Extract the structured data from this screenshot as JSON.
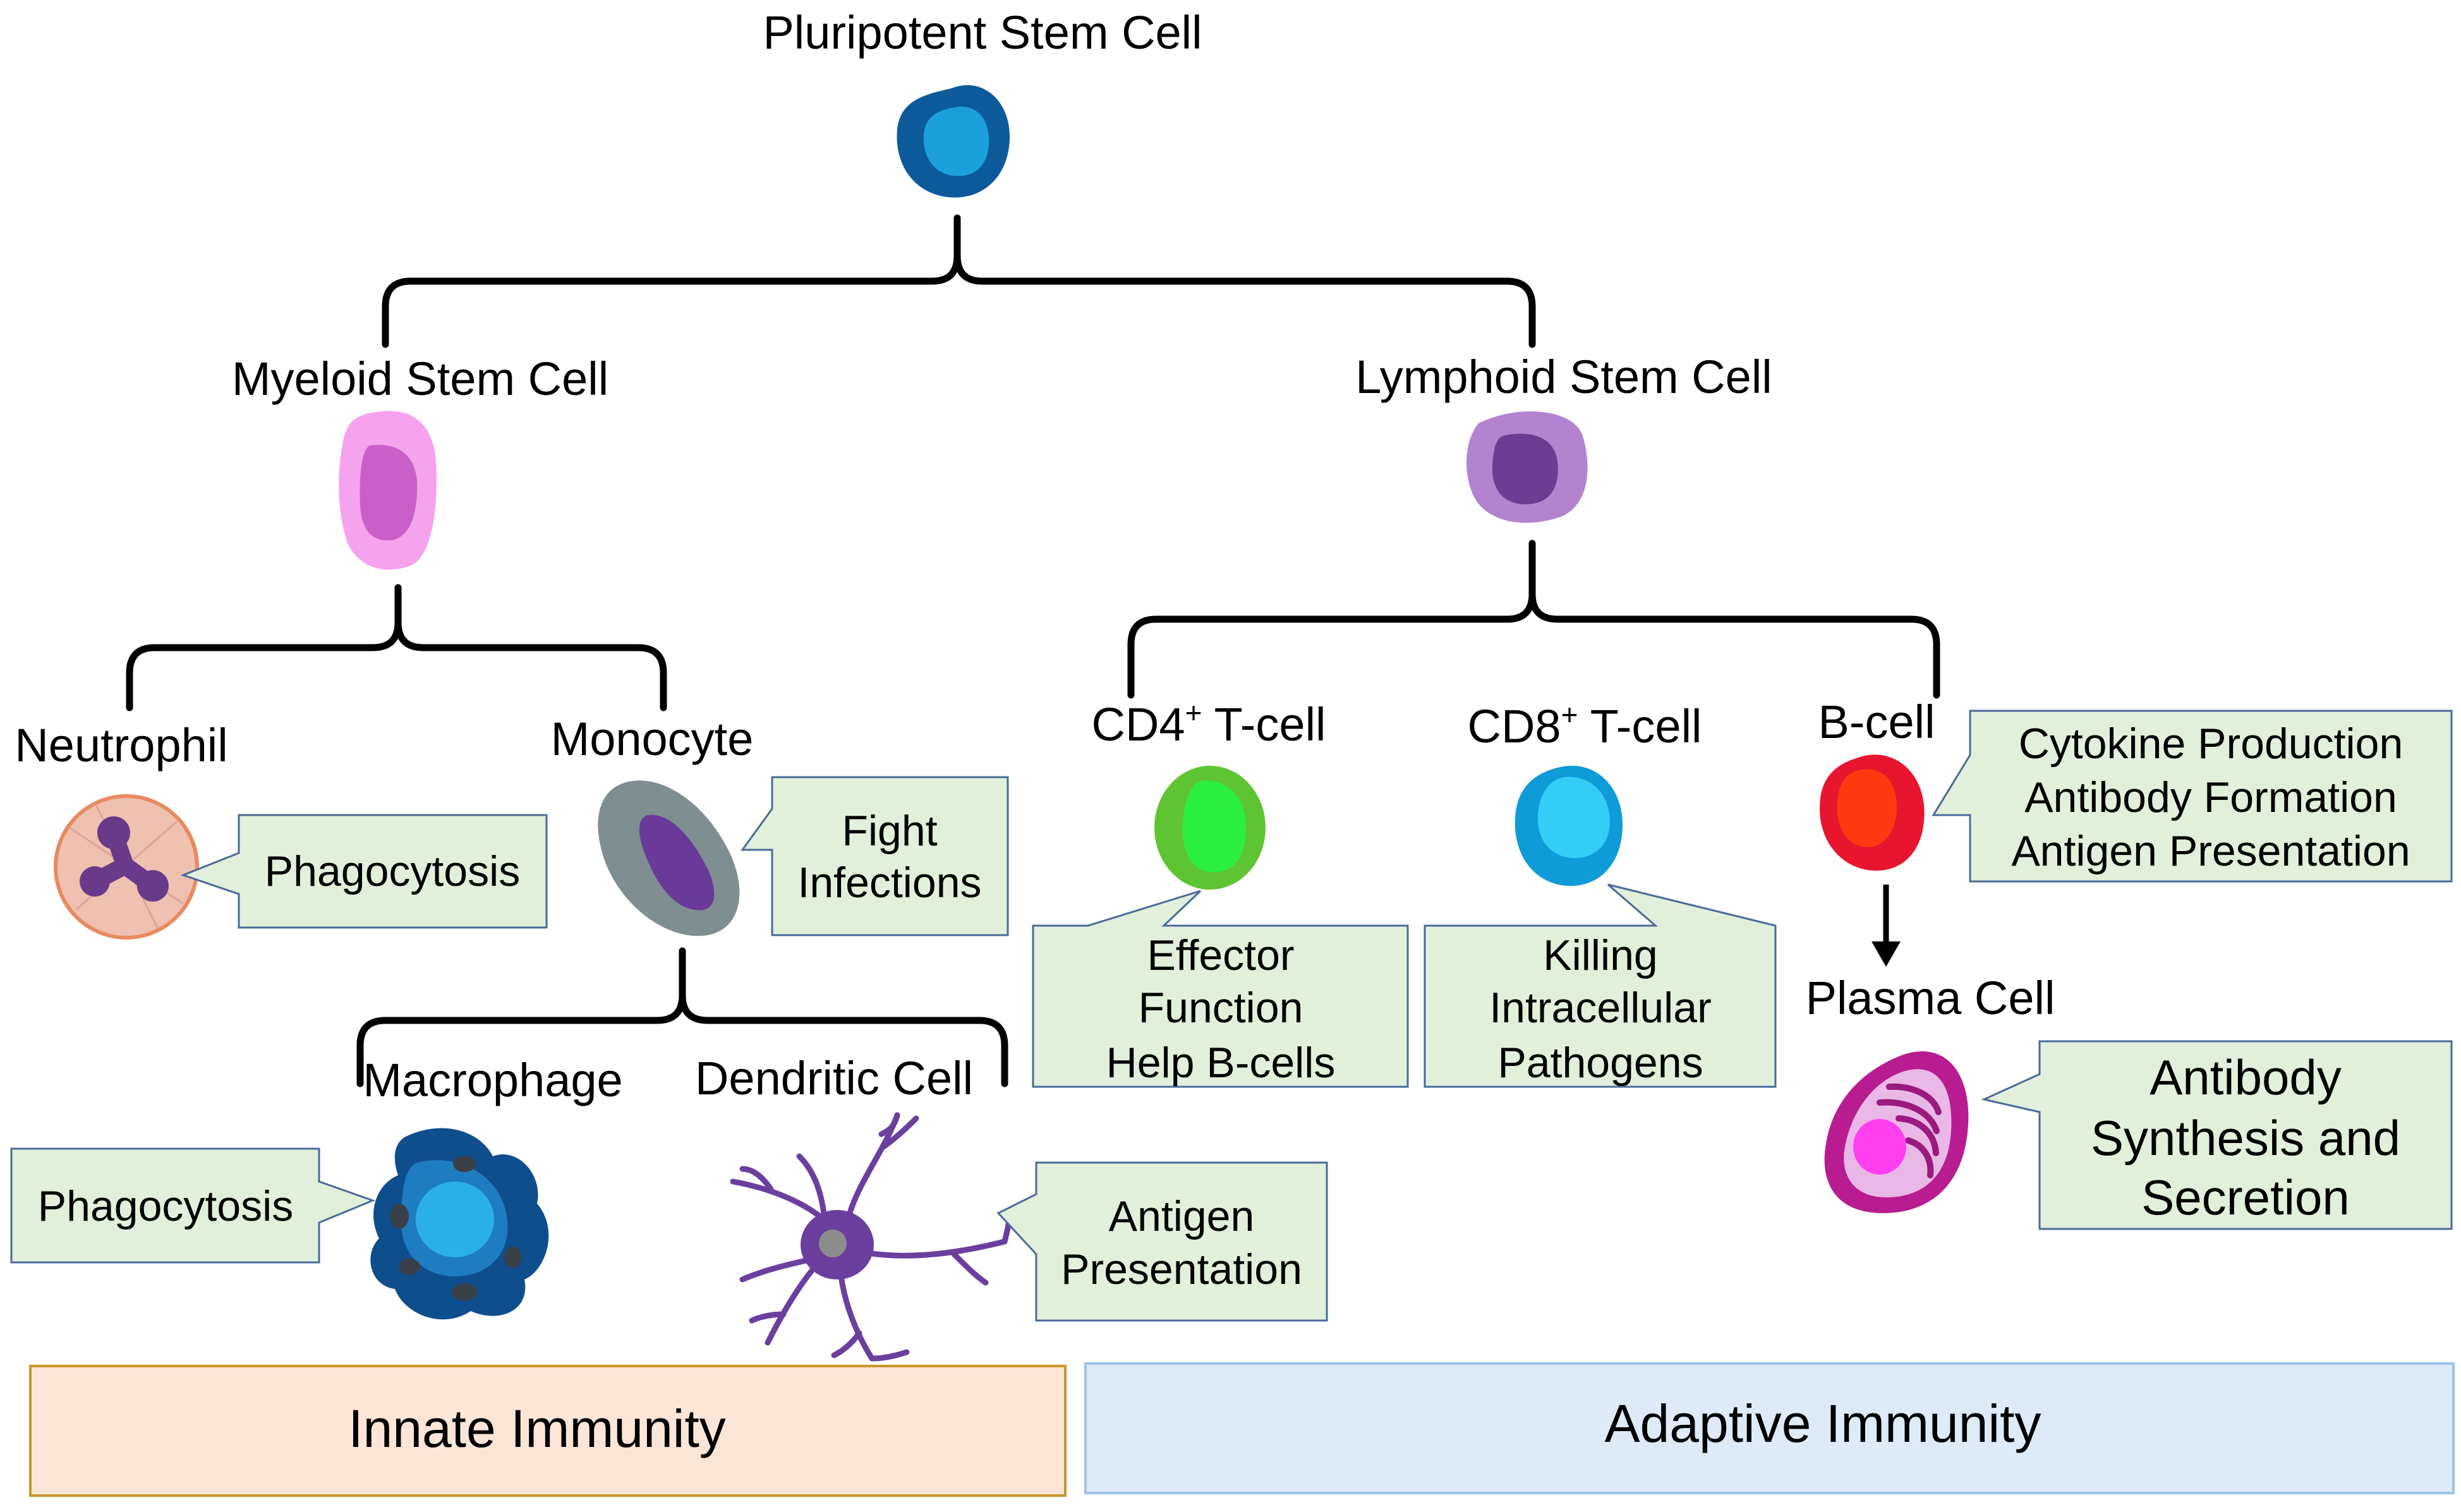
{
  "nodes": {
    "pluripotent": "Pluripotent Stem Cell",
    "myeloid": "Myeloid Stem Cell",
    "lymphoid": "Lymphoid Stem Cell",
    "neutrophil": "Neutrophil",
    "monocyte": "Monocyte",
    "cd4_main": "CD4",
    "cd4_sup": "+",
    "cd4_rest": " T-cell",
    "cd8_main": "CD8",
    "cd8_sup": "+",
    "cd8_rest": " T-cell",
    "bcell": "B-cell",
    "plasma": "Plasma Cell",
    "macrophage": "Macrophage",
    "dendritic": "Dendritic Cell"
  },
  "callouts": {
    "neutrophil": [
      "Phagocytosis"
    ],
    "monocyte": [
      "Fight",
      "Infections"
    ],
    "cd4": [
      "Effector",
      "Function",
      "Help B-cells"
    ],
    "cd8": [
      "Killing",
      "Intracellular",
      "Pathogens"
    ],
    "bcell": [
      "Cytokine Production",
      "Antibody Formation",
      "Antigen Presentation"
    ],
    "plasma": [
      "Antibody",
      "Synthesis and",
      "Secretion"
    ],
    "macrophage": [
      "Phagocytosis"
    ],
    "dendritic": [
      "Antigen",
      "Presentation"
    ]
  },
  "bars": {
    "innate": "Innate Immunity",
    "adaptive": "Adaptive Immunity"
  },
  "colors": {
    "callout_fill": "#e2efda",
    "callout_stroke": "#4a6a9a",
    "innate_fill": "#fbe5d6",
    "innate_stroke": "#c8962a",
    "adaptive_fill": "#deebf7",
    "adaptive_stroke": "#9dc3e6"
  }
}
